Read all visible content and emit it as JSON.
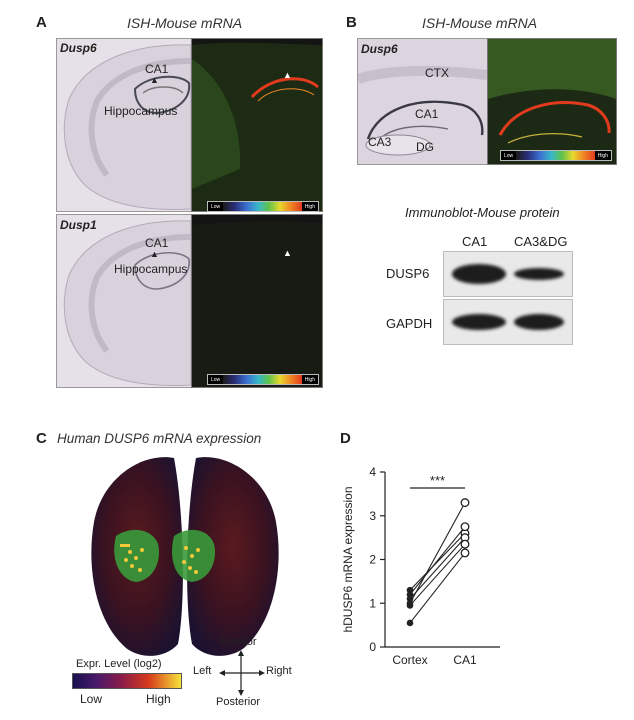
{
  "panel_a": {
    "letter": "A",
    "heading": "ISH-Mouse mRNA",
    "dusp6": {
      "gene": "Dusp6",
      "ca1": "CA1",
      "hippocampus": "Hippocampus"
    },
    "dusp1": {
      "gene": "Dusp1",
      "ca1": "CA1",
      "hippocampus": "Hippocampus"
    },
    "scale": {
      "low": "Low",
      "high": "High"
    }
  },
  "panel_b": {
    "letter": "B",
    "heading": "ISH-Mouse mRNA",
    "gene": "Dusp6",
    "regions": {
      "ctx": "CTX",
      "ca1": "CA1",
      "ca3": "CA3",
      "dg": "DG"
    },
    "scale": {
      "low": "Low",
      "high": "High"
    },
    "blot": {
      "heading": "Immunoblot-Mouse protein",
      "columns": [
        "CA1",
        "CA3&DG"
      ],
      "rows": [
        "DUSP6",
        "GAPDH"
      ]
    }
  },
  "panel_c": {
    "letter": "C",
    "heading": "Human DUSP6 mRNA expression",
    "legend": {
      "title": "Expr. Level (log2)",
      "low": "Low",
      "high": "High"
    },
    "compass": {
      "anterior": "Anterior",
      "posterior": "Posterior",
      "left": "Left",
      "right": "Right"
    }
  },
  "panel_d": {
    "letter": "D"
  },
  "colors": {
    "heat_high": "#e23a1d",
    "green_region": "#3a9a3a",
    "scale_low": "#1a1050",
    "scale_high": "#f7e23a"
  },
  "chart_data": {
    "type": "scatter",
    "ylabel": "hDUSP6 mRNA expression",
    "xlabel": "",
    "categories": [
      "Cortex",
      "CA1"
    ],
    "ylim": [
      0,
      4
    ],
    "yticks": [
      0,
      1,
      2,
      3,
      4
    ],
    "significance": "***",
    "pairs": [
      {
        "cortex": 1.3,
        "ca1": 2.6
      },
      {
        "cortex": 1.2,
        "ca1": 2.75
      },
      {
        "cortex": 1.1,
        "ca1": 2.5
      },
      {
        "cortex": 1.0,
        "ca1": 3.3
      },
      {
        "cortex": 0.95,
        "ca1": 2.35
      },
      {
        "cortex": 0.55,
        "ca1": 2.15
      }
    ]
  }
}
